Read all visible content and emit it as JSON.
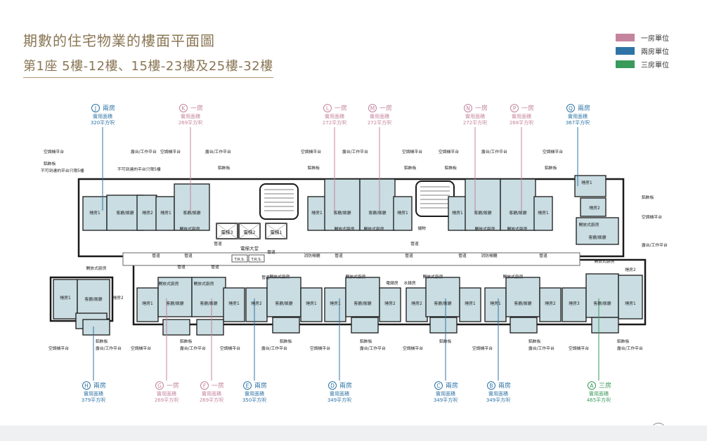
{
  "header": {
    "title": "期數的住宅物業的樓面平面圖",
    "subtitle": "第1座 5樓-12樓、15樓-23樓及25樓-32樓"
  },
  "legend": [
    {
      "label": "一房單位",
      "color": "#c4849e"
    },
    {
      "label": "兩房單位",
      "color": "#2f74a6"
    },
    {
      "label": "三房單位",
      "color": "#3a9a5a"
    }
  ],
  "colors": {
    "one_bed": "#c4849e",
    "two_bed": "#2f74a6",
    "three_bed": "#3a9a5a",
    "room_fill": "#c9dde2",
    "wall": "#1a1a1a"
  },
  "area_label": "實用面積",
  "top_units": [
    {
      "letter": "J",
      "type": "兩房",
      "area": "320平方呎",
      "cat": "two"
    },
    {
      "letter": "K",
      "type": "一房",
      "area": "269平方呎",
      "cat": "one"
    },
    {
      "letter": "L",
      "type": "一房",
      "area": "272平方呎",
      "cat": "one"
    },
    {
      "letter": "M",
      "type": "一房",
      "area": "272平方呎",
      "cat": "one"
    },
    {
      "letter": "N",
      "type": "一房",
      "area": "272平方呎",
      "cat": "one"
    },
    {
      "letter": "P",
      "type": "一房",
      "area": "268平方呎",
      "cat": "one"
    },
    {
      "letter": "Q",
      "type": "兩房",
      "area": "367平方呎",
      "cat": "two"
    }
  ],
  "bottom_units": [
    {
      "letter": "H",
      "type": "兩房",
      "area": "379平方呎",
      "cat": "two"
    },
    {
      "letter": "G",
      "type": "一房",
      "area": "269平方呎",
      "cat": "one"
    },
    {
      "letter": "F",
      "type": "一房",
      "area": "269平方呎",
      "cat": "one"
    },
    {
      "letter": "E",
      "type": "兩房",
      "area": "350平方呎",
      "cat": "two"
    },
    {
      "letter": "D",
      "type": "兩房",
      "area": "349平方呎",
      "cat": "two"
    },
    {
      "letter": "C",
      "type": "兩房",
      "area": "349平方呎",
      "cat": "two"
    },
    {
      "letter": "B",
      "type": "兩房",
      "area": "349平方呎",
      "cat": "two"
    },
    {
      "letter": "A",
      "type": "三房",
      "area": "465平方呎",
      "cat": "three"
    }
  ],
  "plan_labels": {
    "ac_platform": "空調機平台",
    "balcony": "露台/工作平台",
    "fin": "鋁飾板",
    "no_access": "不可到達的平台只限5樓",
    "bedroom": "睡房",
    "living": "客廳/飯廳",
    "kitchen": "開放式廚房",
    "corridor": "管道",
    "lift_lobby": "電梯大堂",
    "lift1": "電梯1",
    "lift2": "電梯2",
    "lift3": "電梯3",
    "trs": "T.R.S.",
    "fire_reel": "消防喉轆",
    "water_meter": "水錶房",
    "elec_room": "電錶房",
    "store": "儲物"
  }
}
